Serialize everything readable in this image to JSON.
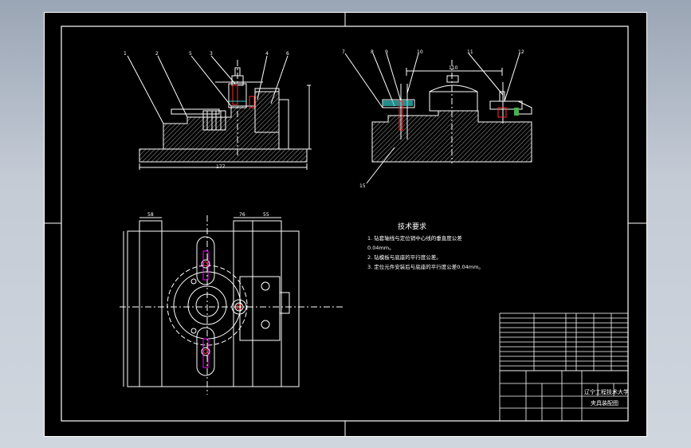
{
  "colors": {
    "background": "#000000",
    "line": "#ffffff",
    "hatch": "#cfcfcf",
    "accent_red": "#ff2a2a",
    "accent_magenta": "#ff00ff",
    "accent_cyan": "#36c9c9",
    "accent_green": "#4caf50"
  },
  "tech_requirements": {
    "title": "技术要求",
    "lines": [
      "1. 钻套轴线与定位销中心线的垂直度公差",
      "0.04mm。",
      "2. 钻模板与底座的平行度公差。",
      "3. 定位元件安装后与底座的平行度公差0.04mm。"
    ]
  },
  "title_block": {
    "school": "辽宁工程技术大学",
    "drawing_name": "夹具装配图"
  },
  "front_view": {
    "balloons": [
      "1",
      "2",
      "5",
      "3",
      "4",
      "6"
    ],
    "dimension": "177"
  },
  "side_view": {
    "balloons": [
      "7",
      "8",
      "9",
      "10",
      "11",
      "12",
      "15"
    ],
    "dimension": "110"
  },
  "plan_view": {
    "dimensions": [
      "58",
      "76",
      "55"
    ]
  }
}
